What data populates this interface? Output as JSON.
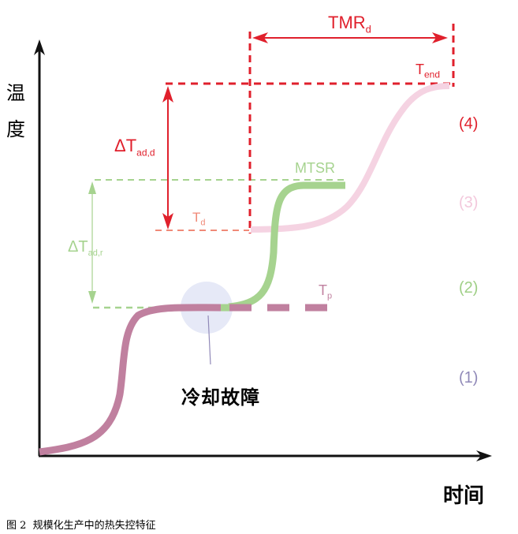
{
  "axes": {
    "y_label_1": "温",
    "y_label_2": "度",
    "x_label": "时间"
  },
  "labels": {
    "tmr": "TMR",
    "tmr_sub": "d",
    "tend": "T",
    "tend_sub": "end",
    "dt_add": "ΔT",
    "dt_add_sub": "ad,d",
    "mtsr": "MTSR",
    "td": "T",
    "td_sub": "d",
    "dt_adr": "ΔT",
    "dt_adr_sub": "ad,r",
    "tp": "T",
    "tp_sub": "p",
    "cooling_failure": "冷却故障"
  },
  "stages": [
    {
      "label": "(4)",
      "color": "#e0202c"
    },
    {
      "label": "(3)",
      "color": "#f3c8dc"
    },
    {
      "label": "(2)",
      "color": "#9fcf86"
    },
    {
      "label": "(1)",
      "color": "#9089b8"
    }
  ],
  "caption": "图 2  规模化生产中的热失控特征",
  "colors": {
    "red": "#e0202c",
    "green": "#a6d38f",
    "purple": "#c0809f",
    "pink": "#f5d3e2",
    "salmon": "#f08a78",
    "blue_circle": "#e6e9f7"
  }
}
